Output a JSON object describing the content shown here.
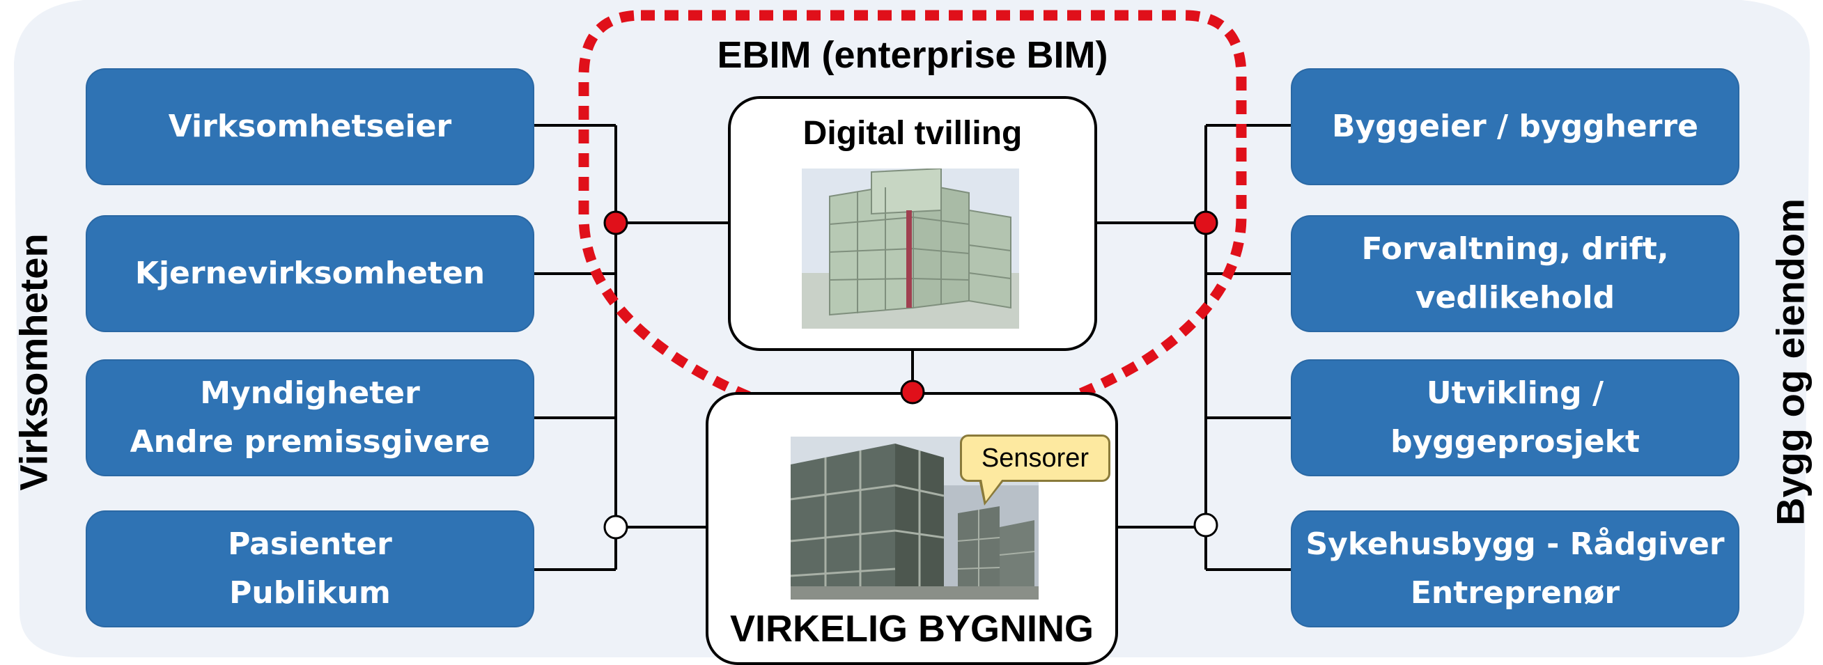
{
  "title": "EBIM (enterprise BIM)",
  "left_axis_label": "Virksomheten",
  "right_axis_label": "Bygg og eiendom",
  "left_boxes": [
    {
      "lines": [
        "Virksomhetseier"
      ]
    },
    {
      "lines": [
        "Kjernevirksomheten"
      ]
    },
    {
      "lines": [
        "Myndigheter",
        "Andre premissgivere"
      ]
    },
    {
      "lines": [
        "Pasienter",
        "Publikum"
      ]
    }
  ],
  "right_boxes": [
    {
      "lines": [
        "Byggeier / byggherre"
      ]
    },
    {
      "lines": [
        "Forvaltning, drift,",
        "vedlikehold"
      ]
    },
    {
      "lines": [
        "Utvikling /",
        "byggeprosjekt"
      ]
    },
    {
      "lines": [
        "Sykehusbygg - Rådgiver",
        "Entreprenør"
      ]
    }
  ],
  "digital_twin": {
    "title": "Digital tvilling"
  },
  "real_building": {
    "title": "VIRKELIG BYGNING",
    "sensor_label": "Sensorer"
  },
  "colors": {
    "box_fill": "#2f73b4",
    "background_blob": "#eef2f8",
    "ebim_border": "#e0101a",
    "connector_red": "#e0101a"
  }
}
